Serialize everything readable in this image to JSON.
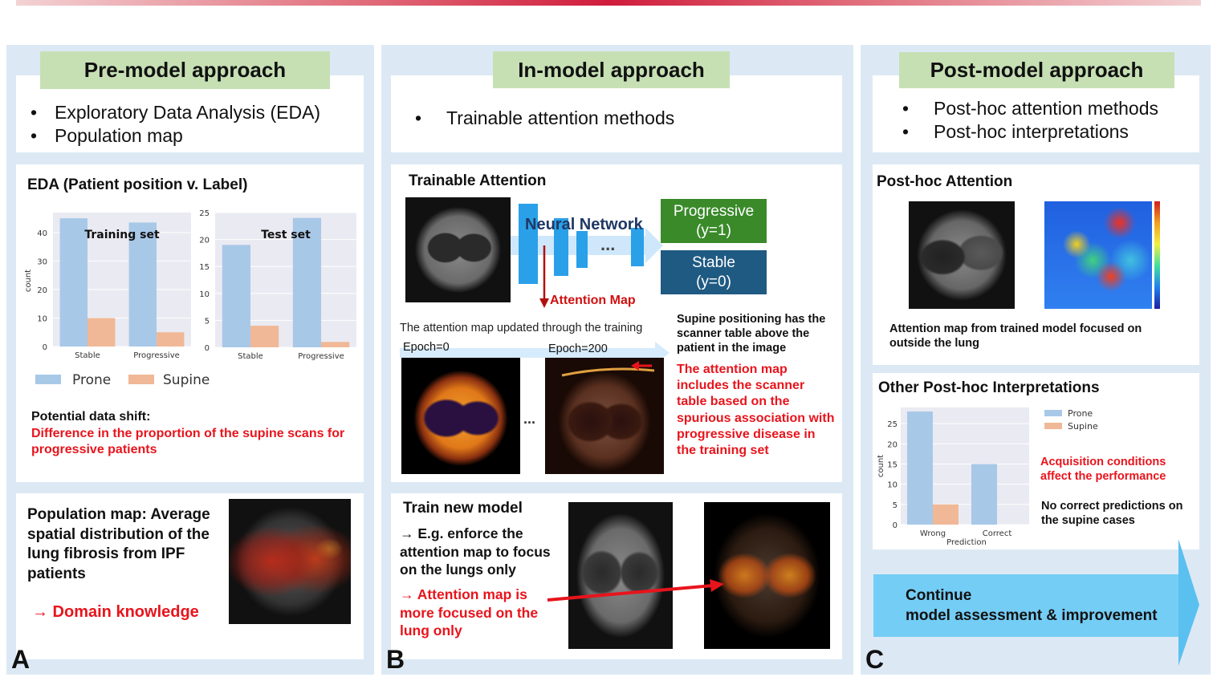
{
  "panels": {
    "a": {
      "letter": "A",
      "title": "Pre-model approach",
      "bullets": [
        "Exploratory Data Analysis (EDA)",
        "Population map"
      ],
      "eda_title": "EDA (Patient position v. Label)",
      "shift_title": "Potential data shift:",
      "shift_text": "Difference in the proportion of the supine scans for progressive patients",
      "popmap_text": "Population map: Average spatial distribution of the lung fibrosis from IPF patients",
      "domain": "→ Domain knowledge"
    },
    "b": {
      "letter": "B",
      "title": "In-model approach",
      "bullets": [
        "Trainable attention methods"
      ],
      "ta_title": "Trainable Attention",
      "nn_label": "Neural Network",
      "nn_dots": "...",
      "out_progressive": "Progressive\n(y=1)",
      "out_stable": "Stable\n(y=0)",
      "attn_map_label": "Attention Map",
      "updated_text": "The attention map updated through the training",
      "epoch0": "Epoch=0",
      "epoch200": "Epoch=200",
      "dots2": "...",
      "supine_note": "Supine positioning has the scanner table above the patient in the image",
      "attn_red": "The attention map includes the scanner table based on the spurious association with progressive disease in the training set",
      "train_title": "Train new model",
      "train_text": "→ E.g. enforce the attention map to focus on the lungs only",
      "train_red": "→ Attention map is more focused on the lung only"
    },
    "c": {
      "letter": "C",
      "title": "Post-model approach",
      "bullets": [
        "Post-hoc attention methods",
        "Post-hoc interpretations"
      ],
      "pha_title": "Post-hoc Attention",
      "pha_caption": "Attention map from trained model focused on outside the lung",
      "other_title": "Other Post-hoc Interpretations",
      "acq_red": "Acquisition conditions affect the performance",
      "no_correct": "No correct predictions on the supine cases",
      "continue_text": "Continue\nmodel assessment & improvement"
    }
  },
  "chart_data": [
    {
      "type": "bar",
      "title": "Training set",
      "categories": [
        "Stable",
        "Progressive"
      ],
      "series": [
        {
          "name": "Prone",
          "values": [
            45,
            43.5
          ]
        },
        {
          "name": "Supine",
          "values": [
            10,
            5
          ]
        }
      ],
      "ylabel": "count",
      "ylim": [
        0,
        47
      ],
      "yticks": [
        0,
        10,
        20,
        30,
        40
      ],
      "grid": true,
      "legend": "bottom",
      "colors": {
        "Prone": "#a8c8e8",
        "Supine": "#f0b896"
      }
    },
    {
      "type": "bar",
      "title": "Test set",
      "categories": [
        "Stable",
        "Progressive"
      ],
      "series": [
        {
          "name": "Prone",
          "values": [
            19,
            24
          ]
        },
        {
          "name": "Supine",
          "values": [
            4,
            1
          ]
        }
      ],
      "ylabel": "",
      "ylim": [
        0,
        25
      ],
      "yticks": [
        0,
        5,
        10,
        15,
        20,
        25
      ],
      "grid": true,
      "legend": "bottom",
      "colors": {
        "Prone": "#a8c8e8",
        "Supine": "#f0b896"
      }
    },
    {
      "type": "bar",
      "title": "",
      "categories": [
        "Wrong",
        "Correct"
      ],
      "series": [
        {
          "name": "Prone",
          "values": [
            28,
            15
          ]
        },
        {
          "name": "Supine",
          "values": [
            5,
            0
          ]
        }
      ],
      "xlabel": "Prediction",
      "ylabel": "count",
      "ylim": [
        0,
        29
      ],
      "yticks": [
        0,
        5,
        10,
        15,
        20,
        25
      ],
      "grid": true,
      "legend": "top-right",
      "colors": {
        "Prone": "#a8c8e8",
        "Supine": "#f0b896"
      }
    }
  ],
  "legend_labels": {
    "prone": "Prone",
    "supine": "Supine"
  }
}
